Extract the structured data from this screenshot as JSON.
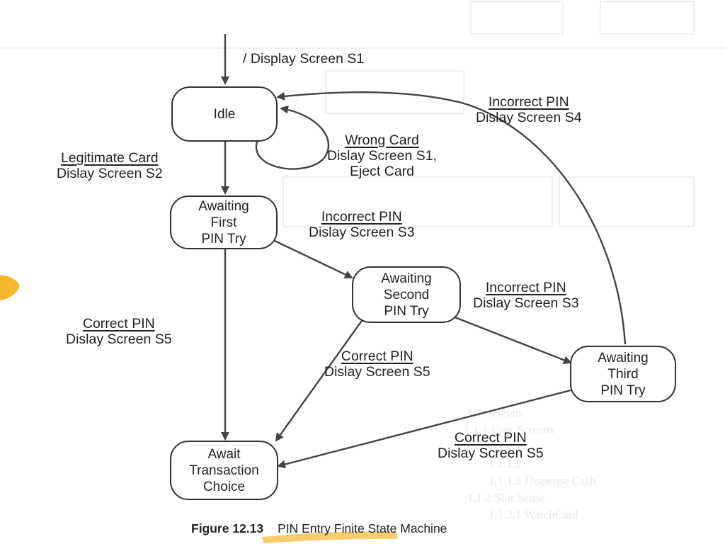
{
  "title": "PIN Entry Finite State Machine",
  "figure_number": "Figure 12.13",
  "initial_action": "/ Display Screen S1",
  "states": {
    "idle": "Idle",
    "first_try": "Awaiting\nFirst\nPIN Try",
    "second_try": "Awaiting\nSecond\nPIN Try",
    "third_try": "Awaiting\nThird\nPIN Try",
    "transaction": "Await\nTransaction\nChoice"
  },
  "transitions": {
    "wrong_card": {
      "event": "Wrong Card",
      "action": "Dislay Screen S1,\nEject Card"
    },
    "legit_card": {
      "event": "Legitimate Card",
      "action": "Dislay Screen S2"
    },
    "incorrect_1": {
      "event": "Incorrect PIN",
      "action": "Dislay Screen S3"
    },
    "incorrect_2": {
      "event": "Incorrect PIN",
      "action": "Dislay Screen S3"
    },
    "incorrect_3": {
      "event": "Incorrect PIN",
      "action": "Dislay Screen S4"
    },
    "correct_1": {
      "event": "Correct PIN",
      "action": "Dislay Screen S5"
    },
    "correct_2": {
      "event": "Correct PIN",
      "action": "Dislay Screen S5"
    },
    "correct_3": {
      "event": "Correct PIN",
      "action": "Dislay Screen S5"
    }
  },
  "colors": {
    "line": "#444444",
    "highlight": "#f5b82e"
  }
}
